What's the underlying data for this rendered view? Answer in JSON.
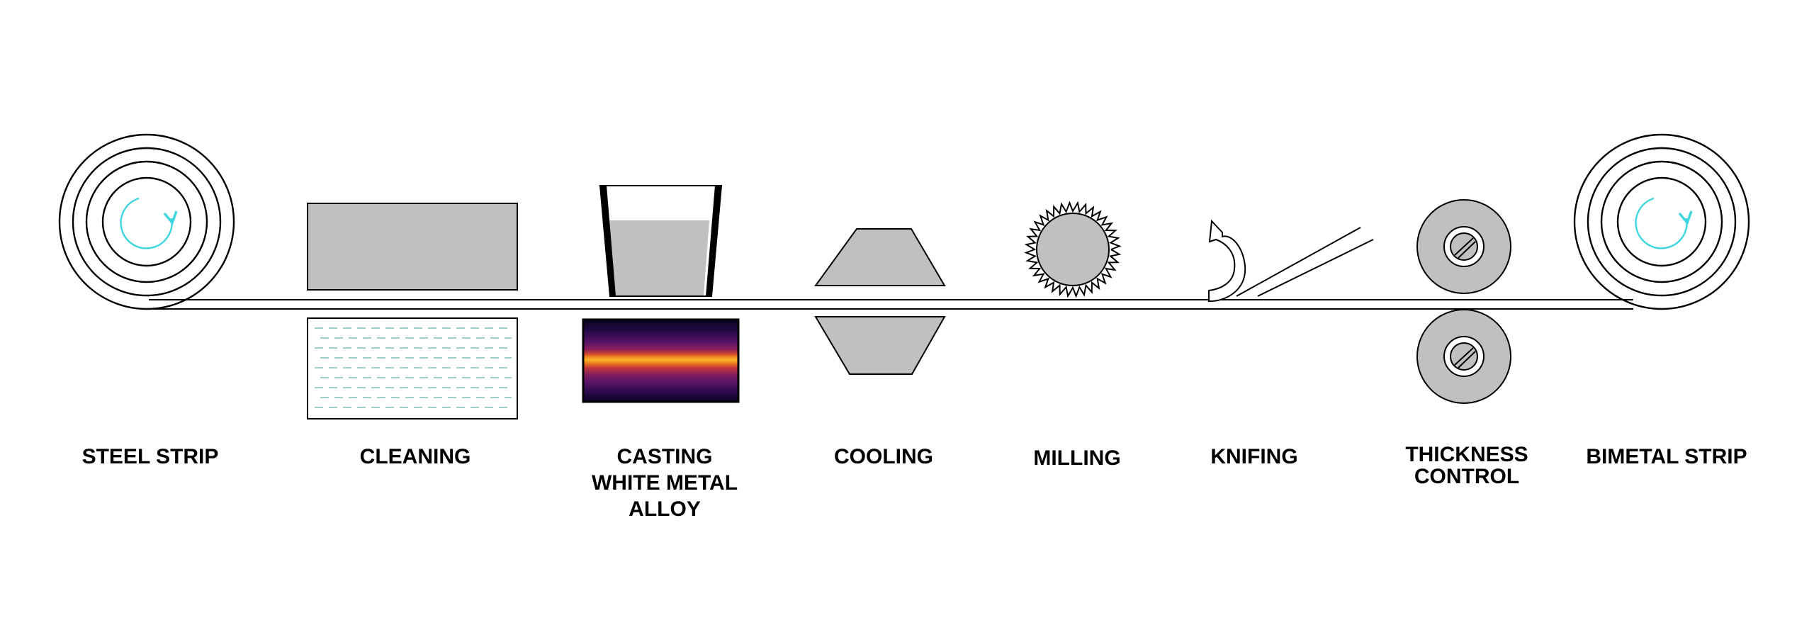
{
  "colors": {
    "outline": "#000000",
    "fill_gray": "#c0c0c0",
    "arrow_cyan": "#3fd6df",
    "water_dash": "#7fbfb5",
    "background": "#ffffff"
  },
  "stages": [
    {
      "id": "steel-strip",
      "lines": [
        "STEEL STRIP"
      ]
    },
    {
      "id": "cleaning",
      "lines": [
        "CLEANING"
      ]
    },
    {
      "id": "casting",
      "lines": [
        "CASTING",
        "WHITE METAL",
        "ALLOY"
      ]
    },
    {
      "id": "cooling",
      "lines": [
        "COOLING"
      ]
    },
    {
      "id": "milling",
      "lines": [
        "MILLING"
      ]
    },
    {
      "id": "knifing",
      "lines": [
        "KNIFING"
      ]
    },
    {
      "id": "thickness-control",
      "lines": [
        "THICKNESS",
        "CONTROL"
      ]
    },
    {
      "id": "bimetal-strip",
      "lines": [
        "BIMETAL STRIP"
      ]
    }
  ]
}
